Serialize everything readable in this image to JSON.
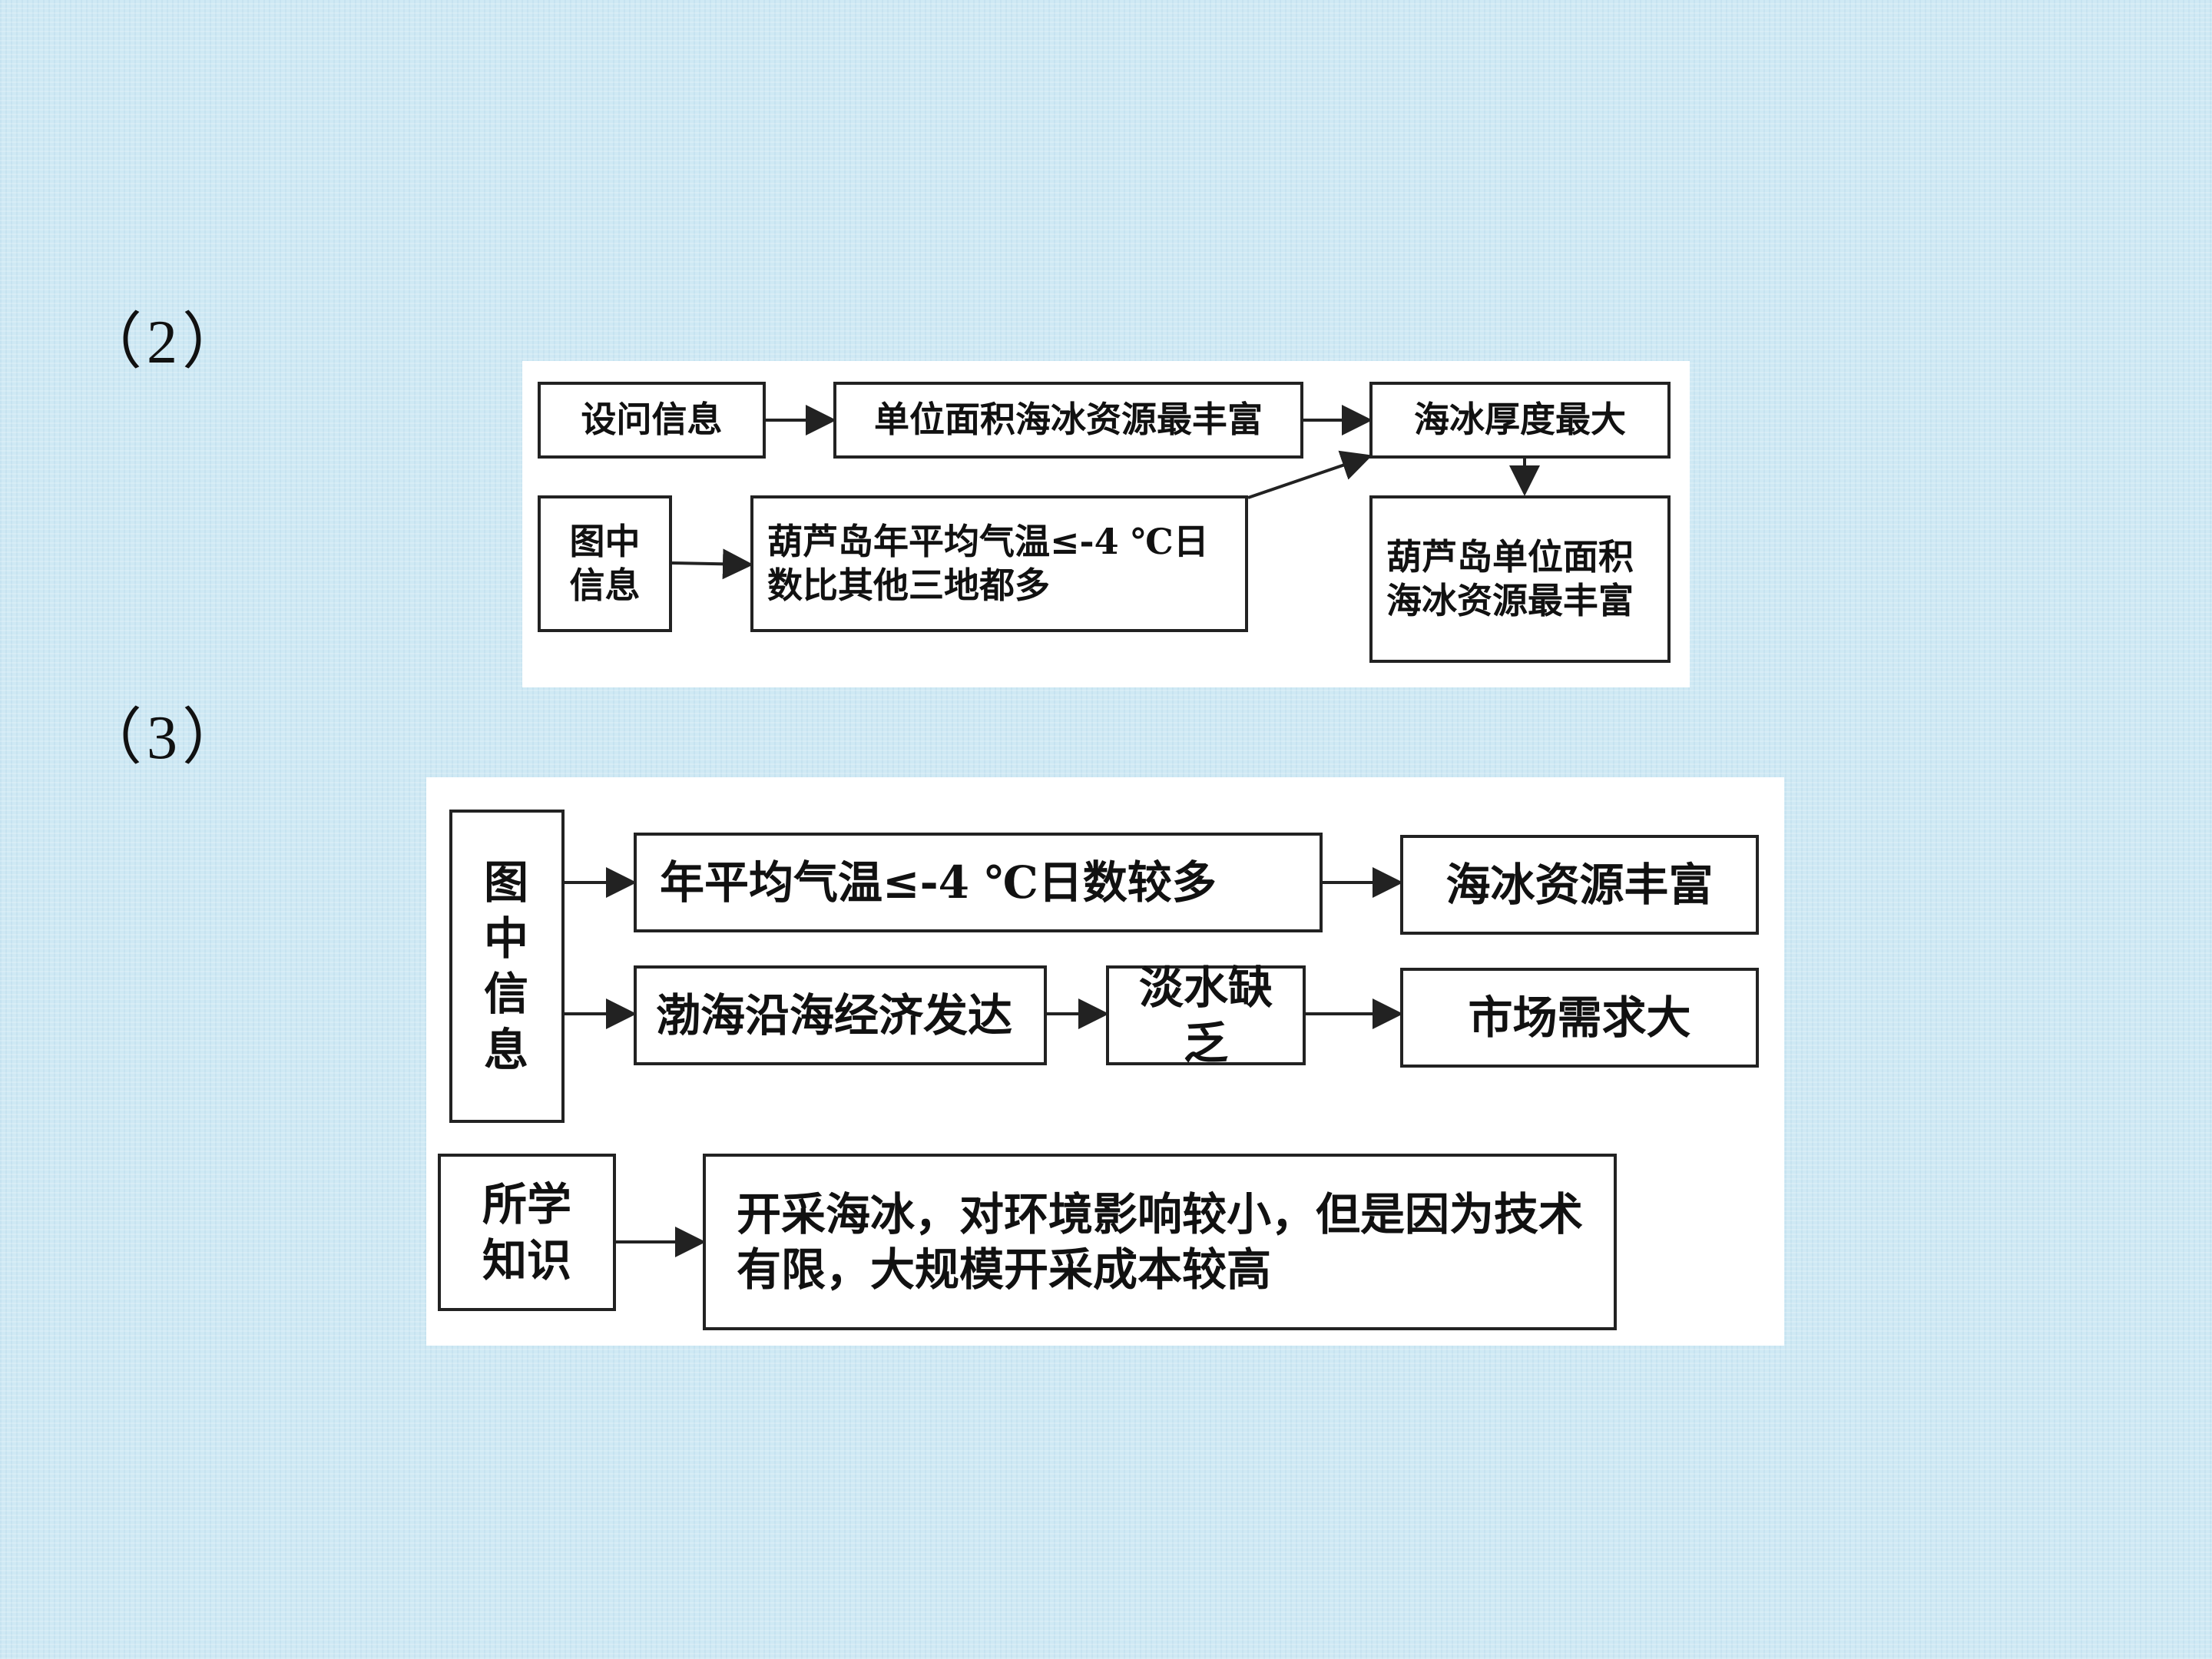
{
  "sections": {
    "s2_label": "（2）",
    "s3_label": "（3）"
  },
  "diagram2": {
    "question_info": "设问信息",
    "per_area_richest": "单位面积海冰资源最丰富",
    "ice_thickest": "海冰厚度最大",
    "map_info": "图中信息",
    "huludao_temp": "葫芦岛年平均气温≤-4 ℃日数比其他三地都多",
    "conclusion": "葫芦岛单位面积海冰资源最丰富"
  },
  "diagram3": {
    "map_info": "图中信息",
    "temp_days": "年平均气温≤-4 ℃日数较多",
    "ice_rich": "海冰资源丰富",
    "economy": "渤海沿海经济发达",
    "water_shortage": "淡水缺乏",
    "demand": "市场需求大",
    "knowledge": "所学知识",
    "mining": "开采海冰，对环境影响较小，但是因为技术有限，大规模开采成本较高"
  }
}
